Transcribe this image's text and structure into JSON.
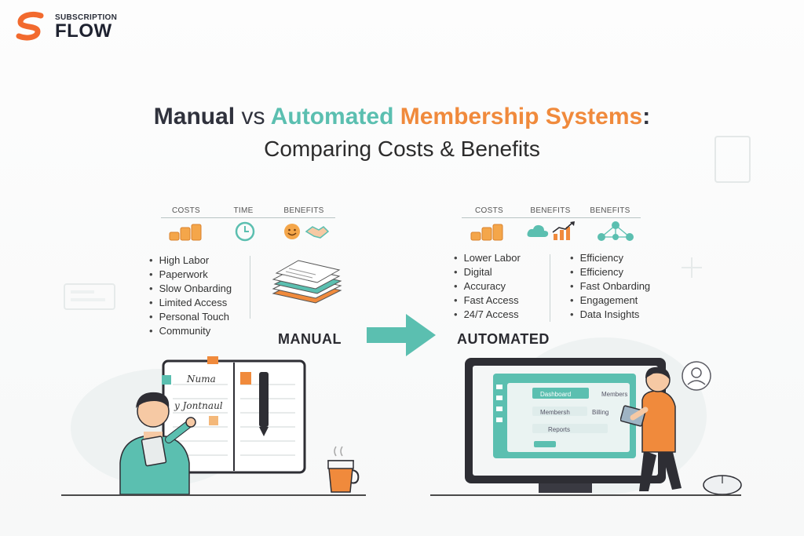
{
  "logo": {
    "small": "SUBSCRIPTION",
    "main": "FLOW"
  },
  "title": {
    "manual": "Manual",
    "vs": "vs",
    "automated": "Automated",
    "membership": "Membership Systems",
    "colon": ":"
  },
  "subtitle": "Comparing Costs & Benefits",
  "manual": {
    "headers": [
      "COSTS",
      "TIME",
      "BENEFITS"
    ],
    "items": [
      "High Labor",
      "Paperwork",
      "Slow Onbarding",
      "Limited Access",
      "Personal Touch",
      "Community"
    ],
    "label": "MANUAL",
    "notebook": {
      "line1": "Numa",
      "line2": "y Jontnaul"
    }
  },
  "automated": {
    "headers": [
      "COSTS",
      "BENEFITS",
      "BENEFITS"
    ],
    "left_items": [
      "Lower Labor",
      "Digital",
      "Accuracy",
      "Fast Access",
      "24/7 Access"
    ],
    "right_items": [
      "Efficiency",
      "Efficiency",
      "Fast Onbarding",
      "Engagement",
      "Data Insights"
    ],
    "label": "AUTOMATED",
    "screen": {
      "dashboard": "Dashboard",
      "members": "Members",
      "membersh": "Membersh",
      "billing": "Billing",
      "reports": "Reports"
    }
  },
  "colors": {
    "teal": "#5bbfb0",
    "orange": "#f08a3c",
    "dark": "#30323d",
    "skin": "#f6c9a4"
  }
}
